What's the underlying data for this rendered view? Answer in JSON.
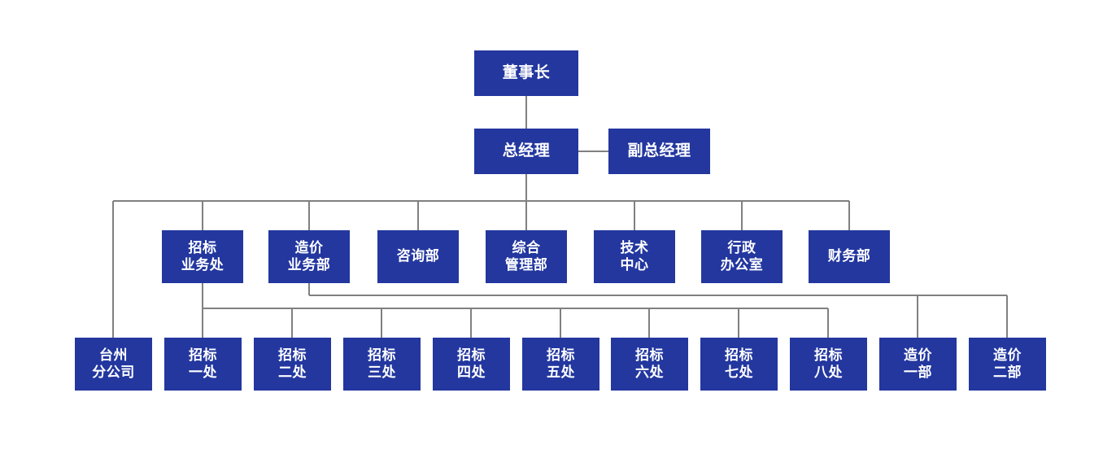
{
  "chart": {
    "type": "org-chart",
    "title": "",
    "box_color": "#23379f",
    "text_color": "#ffffff",
    "line_color": "#808080",
    "background": "#ffffff",
    "tiers": [
      {
        "name": "executive",
        "nodes": [
          {
            "id": "chairman",
            "label": "董事长"
          }
        ]
      },
      {
        "name": "management",
        "nodes": [
          {
            "id": "general-manager",
            "label": "总经理"
          },
          {
            "id": "deputy-general-manager",
            "label": "副总经理"
          }
        ]
      },
      {
        "name": "departments",
        "nodes": [
          {
            "id": "bidding-business-division",
            "label": "招标\n业务处"
          },
          {
            "id": "cost-business-department",
            "label": "造价\n业务部"
          },
          {
            "id": "consulting-department",
            "label": "咨询部"
          },
          {
            "id": "comprehensive-management-department",
            "label": "综合\n管理部"
          },
          {
            "id": "technology-center",
            "label": "技术\n中心"
          },
          {
            "id": "administrative-office",
            "label": "行政\n办公室"
          },
          {
            "id": "finance-department",
            "label": "财务部"
          }
        ]
      },
      {
        "name": "units",
        "nodes": [
          {
            "id": "taizhou-branch",
            "label": "台州\n分公司"
          },
          {
            "id": "bidding-office-1",
            "label": "招标\n一处"
          },
          {
            "id": "bidding-office-2",
            "label": "招标\n二处"
          },
          {
            "id": "bidding-office-3",
            "label": "招标\n三处"
          },
          {
            "id": "bidding-office-4",
            "label": "招标\n四处"
          },
          {
            "id": "bidding-office-5",
            "label": "招标\n五处"
          },
          {
            "id": "bidding-office-6",
            "label": "招标\n六处"
          },
          {
            "id": "bidding-office-7",
            "label": "招标\n七处"
          },
          {
            "id": "bidding-office-8",
            "label": "招标\n八处"
          },
          {
            "id": "cost-department-1",
            "label": "造价\n一部"
          },
          {
            "id": "cost-department-2",
            "label": "造价\n二部"
          }
        ]
      }
    ]
  }
}
